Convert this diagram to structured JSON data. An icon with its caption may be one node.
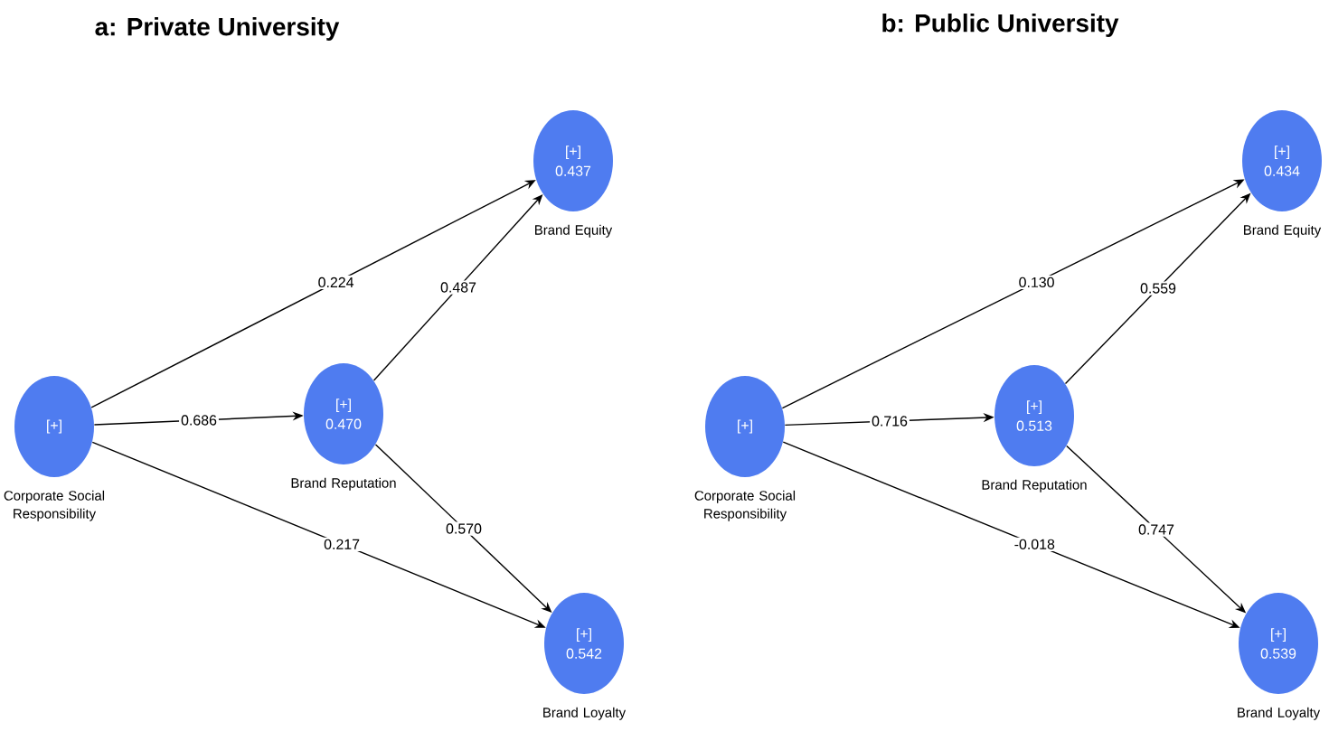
{
  "diagram": {
    "nodes": [
      {
        "text": [
          "[+]"
        ],
        "beside": [
          "Corporate Social Responsibility"
        ]
      },
      {
        "text": [
          "[+]",
          "0.470"
        ],
        "beside": [
          "Brand Reputation"
        ]
      },
      {
        "text": [
          "[+]",
          "0.437"
        ],
        "beside": [
          "Brand Equity"
        ]
      },
      {
        "text": [
          "[+]",
          "0.542"
        ],
        "beside": [
          "Brand Loyalty"
        ]
      },
      {
        "text": [
          "[+]"
        ],
        "beside": [
          "Corporate Social Responsibility"
        ]
      },
      {
        "text": [
          "[+]",
          "0.513"
        ],
        "beside": [
          "Brand Reputation"
        ]
      },
      {
        "text": [
          "[+]",
          "0.434"
        ],
        "beside": [
          "Brand Equity"
        ]
      },
      {
        "text": [
          "[+]",
          "0.539"
        ],
        "beside": [
          "Brand Loyalty"
        ]
      }
    ],
    "edges": [
      {
        "from": 0,
        "to": 2,
        "arrow": "to",
        "label": "0.224"
      },
      {
        "from": 0,
        "to": 1,
        "arrow": "to",
        "label": "0.686"
      },
      {
        "from": 0,
        "to": 3,
        "arrow": "to",
        "label": "0.217"
      },
      {
        "from": 1,
        "to": 2,
        "arrow": "to",
        "label": "0.487"
      },
      {
        "from": 1,
        "to": 3,
        "arrow": "to",
        "label": "0.570"
      },
      {
        "from": 4,
        "to": 6,
        "arrow": "to",
        "label": "0.130"
      },
      {
        "from": 4,
        "to": 5,
        "arrow": "to",
        "label": "0.716"
      },
      {
        "from": 4,
        "to": 7,
        "arrow": "to",
        "label": "-0.018"
      },
      {
        "from": 5,
        "to": 6,
        "arrow": "to",
        "label": "0.559"
      },
      {
        "from": 5,
        "to": 7,
        "arrow": "to",
        "label": "0.747"
      }
    ],
    "labels": [
      "a: Private University",
      "b: Public University"
    ]
  }
}
